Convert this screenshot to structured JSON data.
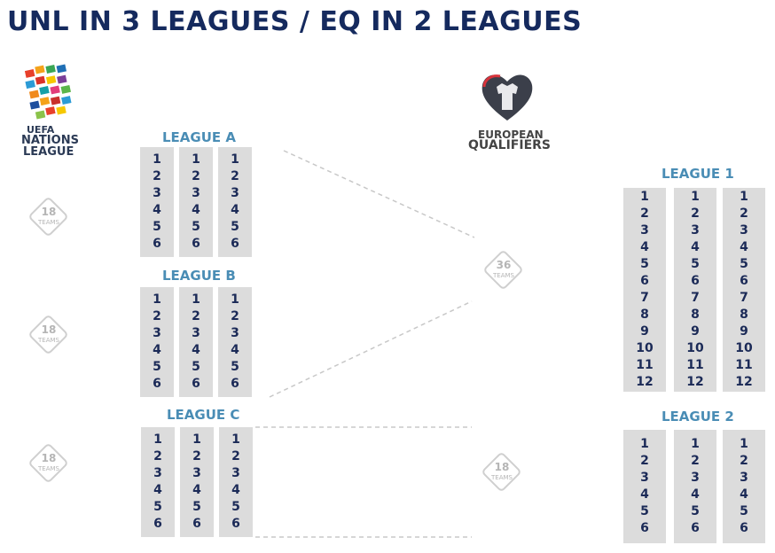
{
  "title": "UNL IN 3 LEAGUES / EQ IN 2 LEAGUES",
  "unl_logo": {
    "line1": "UEFA",
    "line2": "NATIONS",
    "line3": "LEAGUE"
  },
  "eq_logo": {
    "line1": "EUROPEAN",
    "line2": "QUALIFIERS"
  },
  "unl_leagues": [
    {
      "label": "LEAGUE A",
      "columns": [
        [
          "1",
          "2",
          "3",
          "4",
          "5",
          "6"
        ],
        [
          "1",
          "2",
          "3",
          "4",
          "5",
          "6"
        ],
        [
          "1",
          "2",
          "3",
          "4",
          "5",
          "6"
        ]
      ],
      "badge": {
        "count": "18",
        "word": "TEAMS"
      }
    },
    {
      "label": "LEAGUE B",
      "columns": [
        [
          "1",
          "2",
          "3",
          "4",
          "5",
          "6"
        ],
        [
          "1",
          "2",
          "3",
          "4",
          "5",
          "6"
        ],
        [
          "1",
          "2",
          "3",
          "4",
          "5",
          "6"
        ]
      ],
      "badge": {
        "count": "18",
        "word": "TEAMS"
      }
    },
    {
      "label": "LEAGUE C",
      "columns": [
        [
          "1",
          "2",
          "3",
          "4",
          "5",
          "6"
        ],
        [
          "1",
          "2",
          "3",
          "4",
          "5",
          "6"
        ],
        [
          "1",
          "2",
          "3",
          "4",
          "5",
          "6"
        ]
      ],
      "badge": {
        "count": "18",
        "word": "TEAMS"
      }
    }
  ],
  "eq_leagues": [
    {
      "label": "LEAGUE 1",
      "columns": [
        [
          "1",
          "2",
          "3",
          "4",
          "5",
          "6",
          "7",
          "8",
          "9",
          "10",
          "11",
          "12"
        ],
        [
          "1",
          "2",
          "3",
          "4",
          "5",
          "6",
          "7",
          "8",
          "9",
          "10",
          "11",
          "12"
        ],
        [
          "1",
          "2",
          "3",
          "4",
          "5",
          "6",
          "7",
          "8",
          "9",
          "10",
          "11",
          "12"
        ]
      ],
      "badge": {
        "count": "36",
        "word": "TEAMS"
      }
    },
    {
      "label": "LEAGUE 2",
      "columns": [
        [
          "1",
          "2",
          "3",
          "4",
          "5",
          "6"
        ],
        [
          "1",
          "2",
          "3",
          "4",
          "5",
          "6"
        ],
        [
          "1",
          "2",
          "3",
          "4",
          "5",
          "6"
        ]
      ],
      "badge": {
        "count": "18",
        "word": "TEAMS"
      }
    }
  ],
  "colors": {
    "title": "#152a5e",
    "league_label": "#4a8db5",
    "column_bg": "#dcdcdc",
    "numbers": "#1b2a57",
    "connector": "#c8c8c8"
  }
}
